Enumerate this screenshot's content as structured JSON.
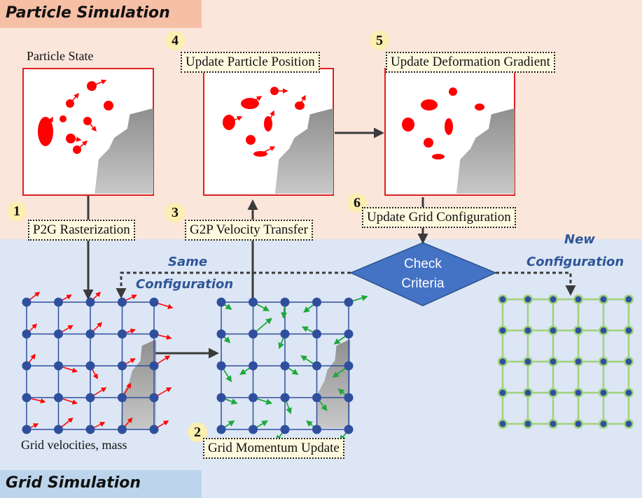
{
  "headers": {
    "particle_simulation": "Particle Simulation",
    "grid_simulation": "Grid Simulation"
  },
  "particle_state_label": "Particle State",
  "grid_caption": "Grid velocities, mass",
  "steps": [
    {
      "number": "1",
      "label": "P2G  Rasterization"
    },
    {
      "number": "2",
      "label": "Grid Momentum Update"
    },
    {
      "number": "3",
      "label": "G2P Velocity Transfer"
    },
    {
      "number": "4",
      "label": "Update Particle Position"
    },
    {
      "number": "5",
      "label": "Update Deformation Gradient"
    },
    {
      "number": "6",
      "label": "Update Grid Configuration"
    }
  ],
  "decision": {
    "line1": "Check",
    "line2": "Criteria"
  },
  "branches": {
    "same": {
      "line1": "Same",
      "line2": "Configuration"
    },
    "new": {
      "line1": "New",
      "line2": "Configuration"
    }
  },
  "colors": {
    "particle": "#ff0000",
    "frame": "#e02020",
    "grid_line": "#2f4fa0",
    "grid_node": "#2f4f9e",
    "new_grid_line": "#9fd27a",
    "velocity_arrow_red": "#ff0000",
    "velocity_arrow_green": "#1fa83c",
    "decision_fill": "#4472c4",
    "branch_text": "#2f5597"
  }
}
